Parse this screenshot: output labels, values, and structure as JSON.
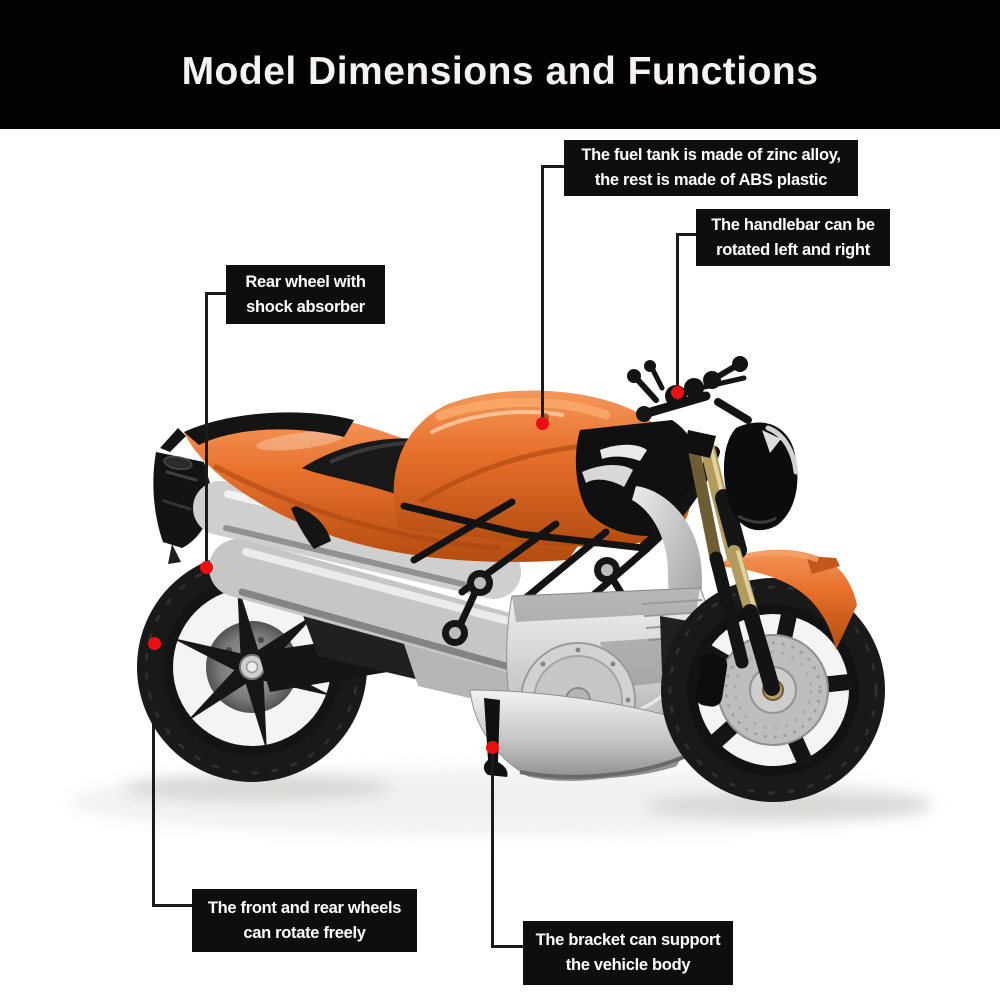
{
  "banner": {
    "title": "Model Dimensions and Functions"
  },
  "callouts": [
    {
      "id": "fuel-tank",
      "line1": "The fuel tank is made of zinc alloy,",
      "line2": "the rest is made of ABS plastic"
    },
    {
      "id": "handlebar",
      "line1": "The handlebar can be",
      "line2": "rotated left and right"
    },
    {
      "id": "rear-wheel",
      "line1": "Rear wheel with",
      "line2": "shock absorber"
    },
    {
      "id": "wheels-rotate",
      "line1": "The front and rear wheels",
      "line2": "can rotate freely"
    },
    {
      "id": "bracket",
      "line1": "The bracket can support",
      "line2": "the vehicle body"
    }
  ],
  "colors": {
    "banner_bg": "#030303",
    "label_bg": "#0e0e0e",
    "label_text": "#ffffff",
    "connector_line": "#1b1b1b",
    "marker_red": "#ed0f0f",
    "bike_orange": "#e8702c",
    "bike_silver": "#c9c9c9",
    "fork_gold": "#b29b5f"
  },
  "illustration": {
    "subject": "orange and black die-cast motorcycle model, side view facing right"
  }
}
